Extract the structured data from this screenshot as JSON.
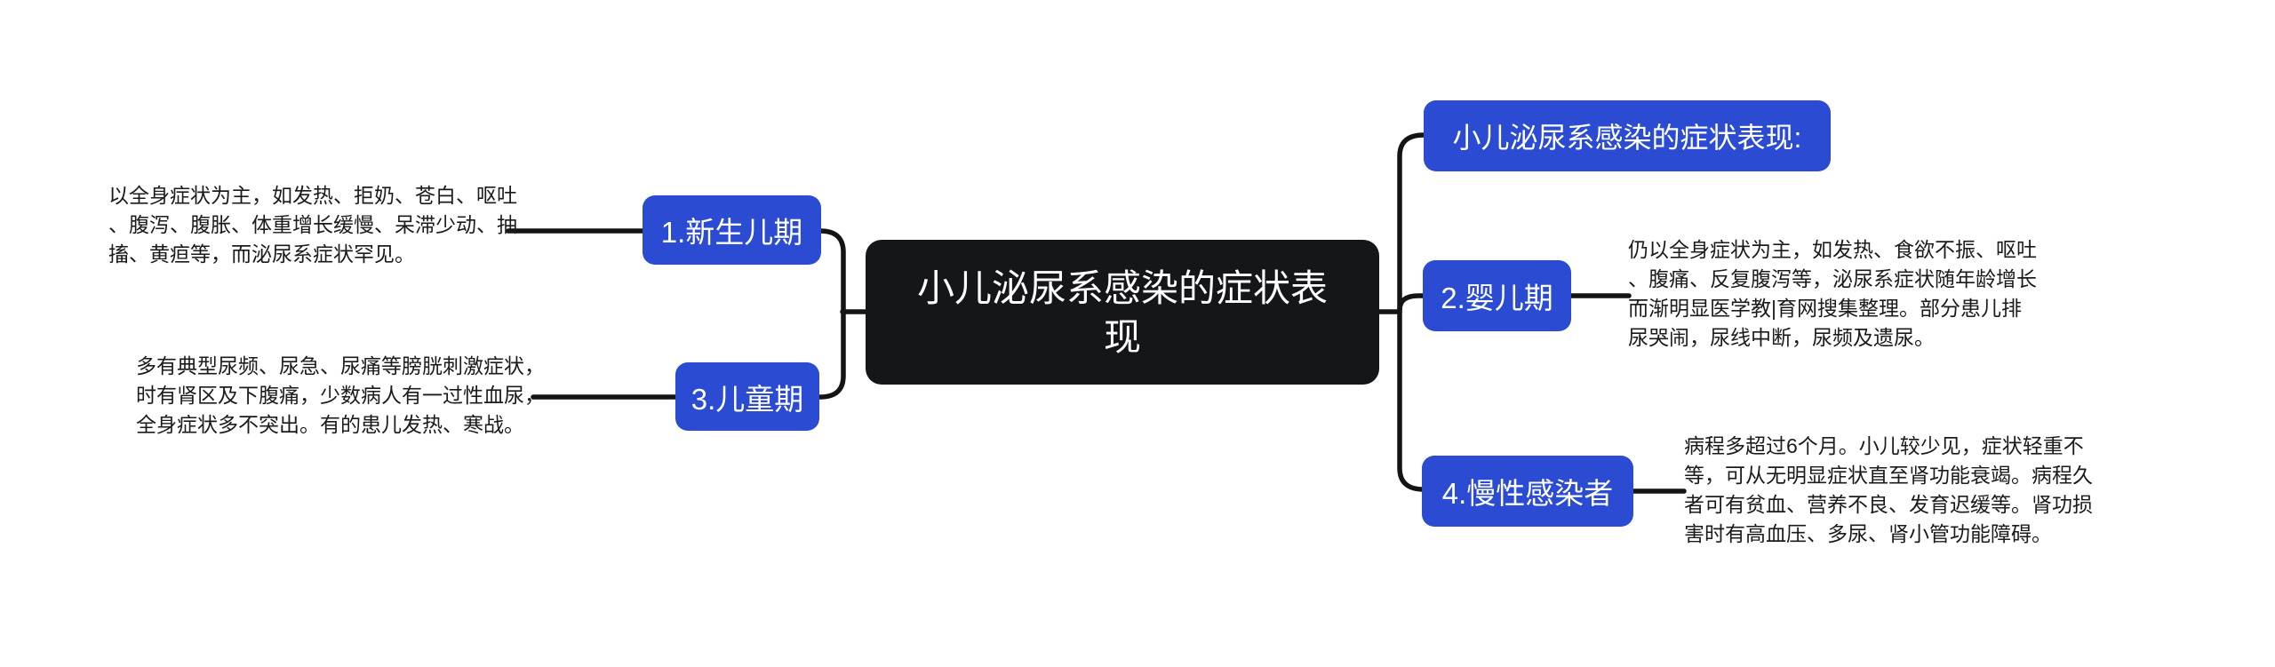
{
  "colors": {
    "background": "#ffffff",
    "node_blue": "#2a4bd2",
    "node_black": "#151619",
    "node_text": "#ffffff",
    "connector": "#141414",
    "note_text": "#1b1b1b"
  },
  "mindmap": {
    "root_label": "小儿泌尿系感染的症状表现",
    "header_label": "小儿泌尿系感染的症状表现:",
    "branches": [
      {
        "label": "1.新生儿期",
        "side": "left",
        "note": "以全身症状为主，如发热、拒奶、苍白、呕吐\n、腹泻、腹胀、体重增长缓慢、呆滞少动、抽\n搐、黄疸等，而泌尿系症状罕见。"
      },
      {
        "label": "2.婴儿期",
        "side": "right",
        "note": "仍以全身症状为主，如发热、食欲不振、呕吐\n、腹痛、反复腹泻等，泌尿系症状随年龄增长\n而渐明显医学教|育网搜集整理。部分患儿排\n尿哭闹，尿线中断，尿频及遗尿。"
      },
      {
        "label": "3.儿童期",
        "side": "left",
        "note": "多有典型尿频、尿急、尿痛等膀胱刺激症状，\n时有肾区及下腹痛，少数病人有一过性血尿，\n全身症状多不突出。有的患儿发热、寒战。"
      },
      {
        "label": "4.慢性感染者",
        "side": "right",
        "note": "病程多超过6个月。小儿较少见，症状轻重不\n等，可从无明显症状直至肾功能衰竭。病程久\n者可有贫血、营养不良、发育迟缓等。肾功损\n害时有高血压、多尿、肾小管功能障碍。"
      }
    ]
  }
}
